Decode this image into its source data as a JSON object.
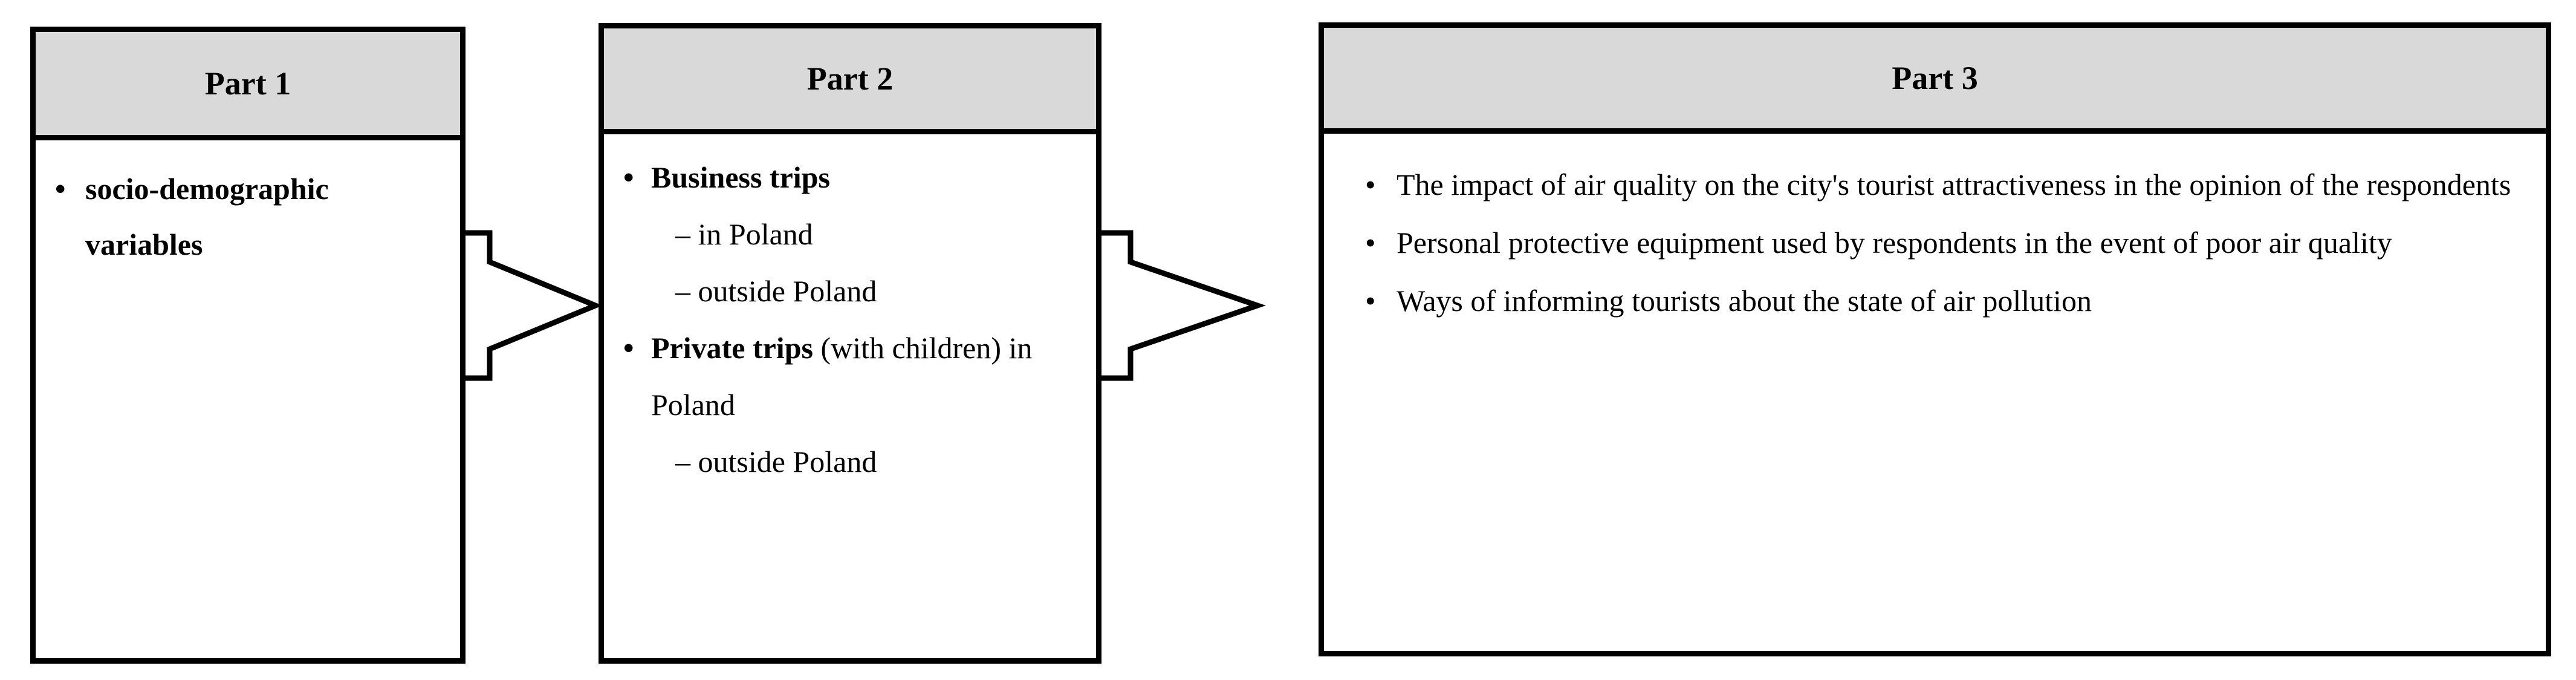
{
  "diagram": {
    "title_hidden": "",
    "colors": {
      "header_fill": "#d9d9d9",
      "border": "#000000",
      "body_fill": "#ffffff"
    },
    "parts": [
      {
        "header": "Part 1",
        "items": [
          {
            "type": "bullet",
            "bold_text": "socio-demographic variables",
            "plain_text": ""
          }
        ]
      },
      {
        "header": "Part 2",
        "items": [
          {
            "type": "bullet",
            "bold_text": "Business trips",
            "plain_text": ""
          },
          {
            "type": "dash",
            "text": "– in Poland"
          },
          {
            "type": "dash",
            "text": "– outside Poland"
          },
          {
            "type": "bullet",
            "bold_text": "Private trips",
            "plain_text": " (with children) in Poland"
          },
          {
            "type": "dash",
            "text": "– outside Poland"
          }
        ]
      },
      {
        "header": "Part 3",
        "items": [
          {
            "type": "bullet",
            "bold_text": "",
            "plain_text": "The impact of air quality on the city's tourist attractiveness in the opinion of the respondents"
          },
          {
            "type": "bullet",
            "bold_text": "",
            "plain_text": "Personal protective equipment used by respondents in the event of poor air quality"
          },
          {
            "type": "bullet",
            "bold_text": "",
            "plain_text": "Ways of informing tourists about the state of air pollution"
          }
        ]
      }
    ],
    "arrows": [
      {
        "name": "arrow-part1-to-part2",
        "direction": "right"
      },
      {
        "name": "arrow-part2-to-part3",
        "direction": "right"
      }
    ]
  }
}
